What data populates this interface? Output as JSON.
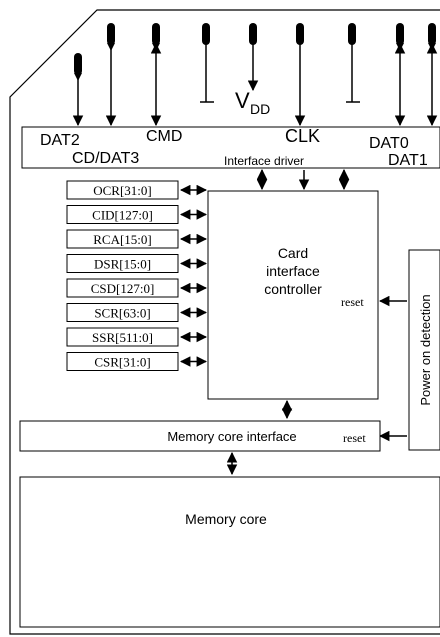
{
  "pins": {
    "dat2": "DAT2",
    "cd_dat3": "CD/DAT3",
    "cmd": "CMD",
    "vdd_main": "V",
    "vdd_sub": "DD",
    "clk": "CLK",
    "dat0": "DAT0",
    "dat1": "DAT1"
  },
  "interface_driver": "Interface driver",
  "registers": [
    "OCR[31:0]",
    "CID[127:0]",
    "RCA[15:0]",
    "DSR[15:0]",
    "CSD[127:0]",
    "SCR[63:0]",
    "SSR[511:0]",
    "CSR[31:0]"
  ],
  "controller": {
    "line1": "Card",
    "line2": "interface",
    "line3": "controller",
    "reset": "reset"
  },
  "power_detection": "Power on detection",
  "memory_interface": {
    "label": "Memory core interface",
    "reset": "reset"
  },
  "memory_core": "Memory core"
}
